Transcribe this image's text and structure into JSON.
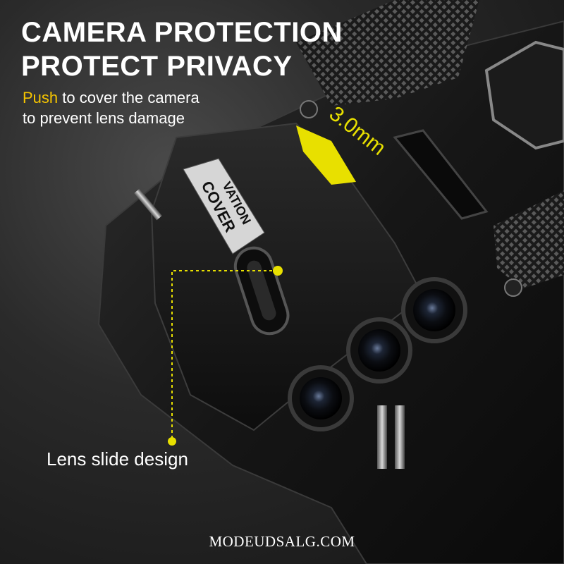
{
  "headline": {
    "line1": "CAMERA PROTECTION",
    "line2": "PROTECT PRIVACY"
  },
  "subtext": {
    "highlight": "Push",
    "line1_rest": " to cover the camera",
    "line2": "to prevent lens damage"
  },
  "thickness_label": "3.0mm",
  "slider_print": {
    "line1": "COVER",
    "line2": "VATION"
  },
  "caption": "Lens slide design",
  "watermark": "MODEUDSALG.COM",
  "colors": {
    "accent_yellow": "#f5c400",
    "label_yellow": "#e8e000",
    "text": "#ffffff",
    "background": "#2a2a2a",
    "case_black": "#121212"
  },
  "icons": [
    "slider-knob-icon",
    "callout-dot-icon",
    "lens-icon"
  ]
}
